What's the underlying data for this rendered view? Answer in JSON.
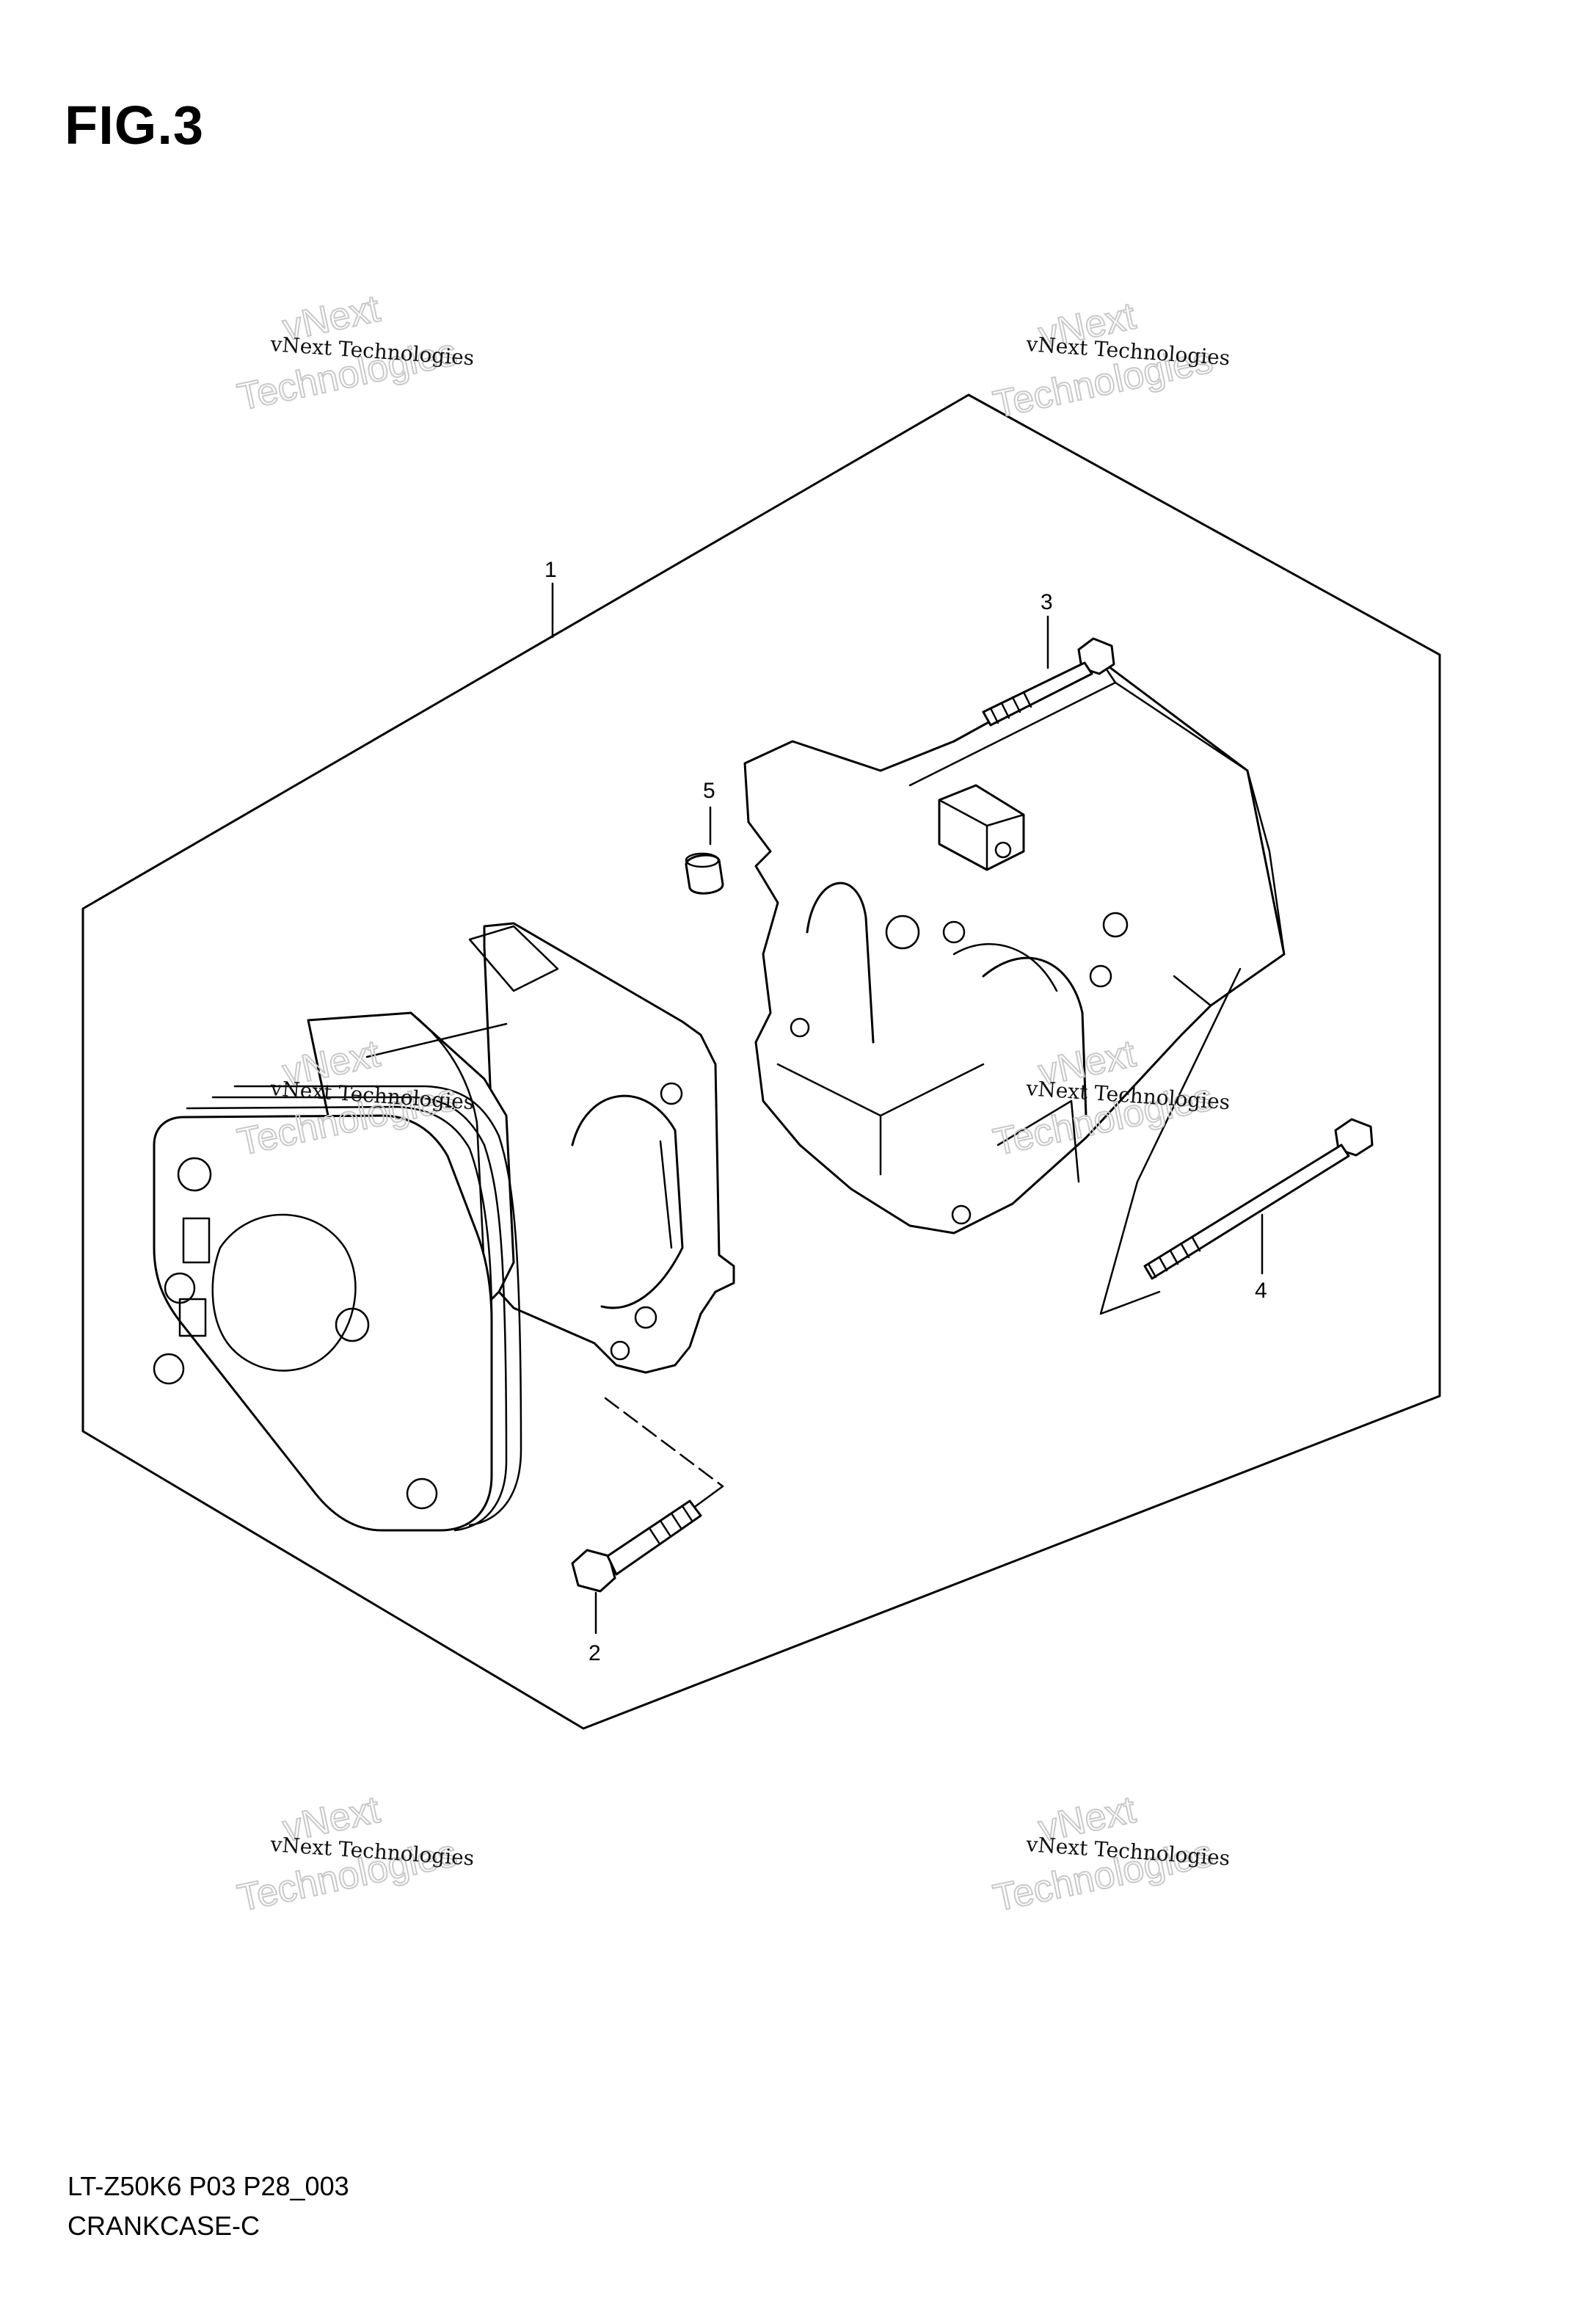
{
  "figure": {
    "title": "FIG.3"
  },
  "callouts": {
    "c1": "1",
    "c2": "2",
    "c3": "3",
    "c4": "4",
    "c5": "5"
  },
  "watermark": {
    "line1": "vNext",
    "line2": "vNext Technologies",
    "line3": "Technologies"
  },
  "footer": {
    "model_code": "LT-Z50K6 P03 P28_003",
    "section_name": "CRANKCASE-C"
  }
}
